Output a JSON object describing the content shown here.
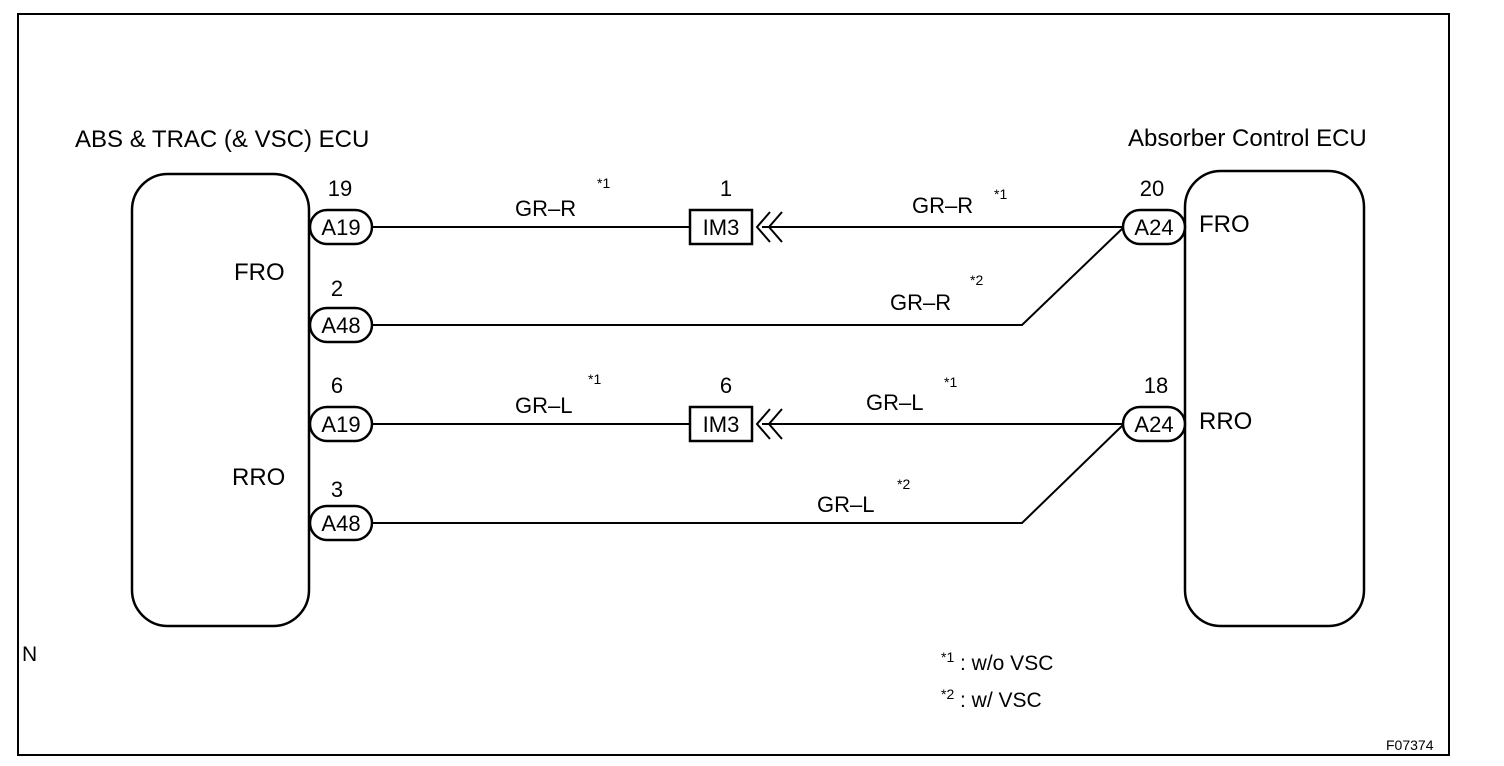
{
  "ecu_left": {
    "title": "ABS & TRAC (& VSC) ECU",
    "signal_fro": "FRO",
    "signal_rro": "RRO",
    "pins": [
      {
        "number": "19",
        "connector": "A19"
      },
      {
        "number": "2",
        "connector": "A48"
      },
      {
        "number": "6",
        "connector": "A19"
      },
      {
        "number": "3",
        "connector": "A48"
      }
    ]
  },
  "ecu_right": {
    "title": "Absorber Control ECU",
    "signal_fro": "FRO",
    "signal_rro": "RRO",
    "pins": [
      {
        "number": "20",
        "connector": "A24"
      },
      {
        "number": "18",
        "connector": "A24"
      }
    ]
  },
  "junctions": [
    {
      "number": "1",
      "connector": "IM3"
    },
    {
      "number": "6",
      "connector": "IM3"
    }
  ],
  "wires": [
    {
      "color": "GR–R",
      "note": "*1"
    },
    {
      "color": "GR–R",
      "note": "*1"
    },
    {
      "color": "GR–R",
      "note": "*2"
    },
    {
      "color": "GR–L",
      "note": "*1"
    },
    {
      "color": "GR–L",
      "note": "*1"
    },
    {
      "color": "GR–L",
      "note": "*2"
    }
  ],
  "legend": [
    {
      "mark": "*1",
      "text": ": w/o VSC"
    },
    {
      "mark": "*2",
      "text": ": w/ VSC"
    }
  ],
  "side_mark": "N",
  "figure_code": "F07374"
}
